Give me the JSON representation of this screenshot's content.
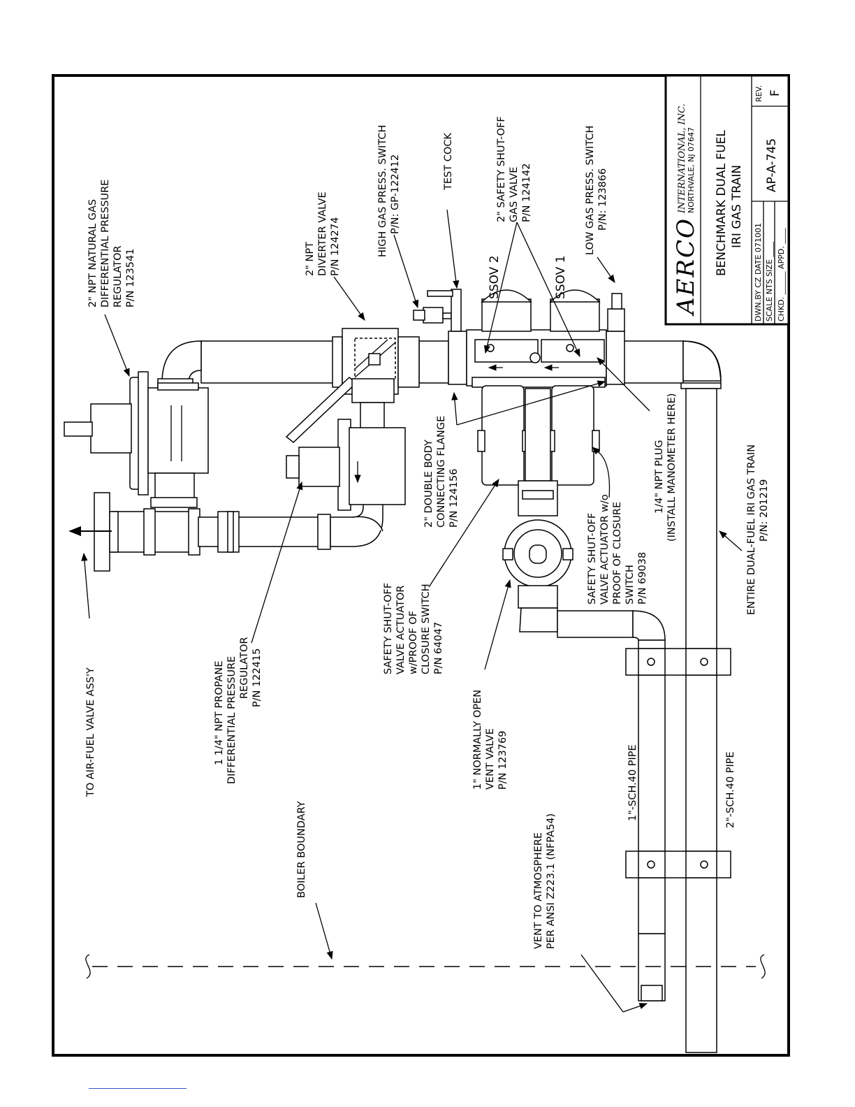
{
  "title_block": {
    "company": "AERCO",
    "company_sub": "INTERNATIONAL, INC.",
    "location": "NORTHVALE, NJ     07647",
    "title_line1": "BENCHMARK DUAL FUEL",
    "title_line2": "IRI GAS TRAIN",
    "drawn_by": "DWN.BY CZ   DATE 071001",
    "scale": "SCALE  NTS   SIZE ____",
    "checked": "CHKD. ______ APPD. ____",
    "drawing_number": "AP-A-745",
    "rev_label": "REV.",
    "rev_value": "F"
  },
  "callouts": {
    "natural_gas_reg": [
      "2\" NPT NATURAL GAS",
      "DIFFERENTIAL PRESSURE",
      "REGULATOR",
      "P/N 123541"
    ],
    "diverter": [
      "2\" NPT",
      "DIVERTER VALVE",
      "P/N 124274"
    ],
    "high_gas": [
      "HIGH GAS PRESS. SWITCH",
      "P/N: GP-122412"
    ],
    "test_cock": [
      "TEST COCK"
    ],
    "safety_valve": [
      "2\" SAFETY SHUT-OFF",
      "GAS VALVE",
      "P/N 124142"
    ],
    "low_gas": [
      "LOW GAS PRESS. SWITCH",
      "P/N: 123866"
    ],
    "ssov2": "SSOV 2",
    "ssov1": "SSOV 1",
    "to_air_fuel": "TO AIR-FUEL VALVE ASS'Y",
    "propane_reg": [
      "1 1/4\" NPT PROPANE",
      "DIFFERENTIAL PRESSURE",
      "REGULATOR",
      "P/N 122415"
    ],
    "actuator_proof": [
      "SAFETY SHUT-OFF",
      "VALVE ACTUATOR",
      "w/PROOF OF",
      "CLOSURE SWITCH",
      "P/N 64047"
    ],
    "flange": [
      "2\" DOUBLE BODY",
      "CONNECTING FLANGE",
      "P/N 124156"
    ],
    "vent_valve": [
      "1\" NORMALLY OPEN",
      "VENT VALVE",
      "P/N 123769"
    ],
    "actuator_no_proof": [
      "SAFETY SHUT-OFF",
      "VALVE ACTUATOR w/o",
      "PROOF OF CLOSURE",
      "SWITCH",
      "P/N 69038"
    ],
    "npt_plug": [
      "1/4\" NPT PLUG",
      "(INSTALL MANOMETER HERE)"
    ],
    "entire_train": [
      "ENTIRE DUAL-FUEL IRI GAS TRAIN",
      "P/N: 201219"
    ],
    "boiler_boundary": "BOILER BOUNDARY",
    "pipe_1in": "1\"-SCH.40  PIPE",
    "pipe_2in": "2\"-SCH.40  PIPE",
    "vent_atmos": [
      "VENT TO ATMOSPHERE",
      "PER ANSI Z223.1 (NFPA54)"
    ]
  }
}
